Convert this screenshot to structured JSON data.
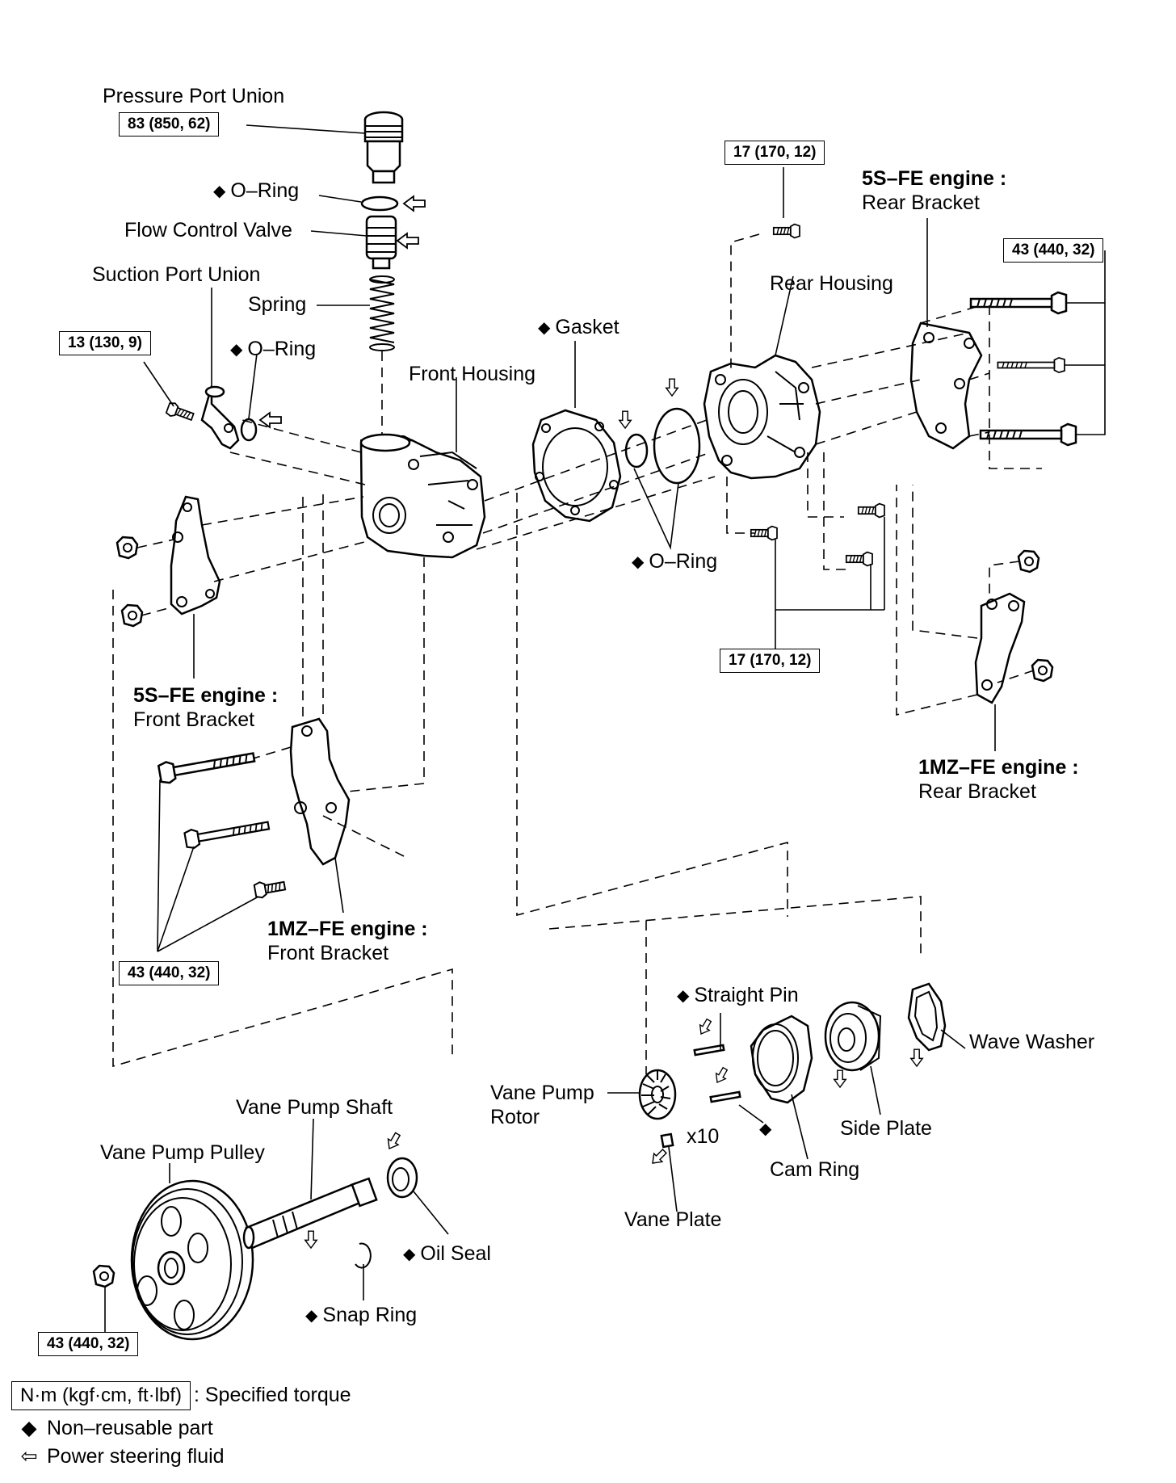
{
  "labels": {
    "pressure_port_union": "Pressure Port Union",
    "o_ring_top": "O–Ring",
    "flow_control_valve": "Flow Control Valve",
    "suction_port_union": "Suction Port Union",
    "spring": "Spring",
    "o_ring_suction": "O–Ring",
    "gasket": "Gasket",
    "front_housing": "Front Housing",
    "rear_housing": "Rear Housing",
    "o_ring_housing": "O–Ring",
    "rear_bracket_5s_engine": "5S–FE engine :",
    "rear_bracket_5s_part": "Rear Bracket",
    "front_bracket_5s_engine": "5S–FE engine :",
    "front_bracket_5s_part": "Front Bracket",
    "rear_bracket_1mz_engine": "1MZ–FE engine :",
    "rear_bracket_1mz_part": "Rear Bracket",
    "front_bracket_1mz_engine": "1MZ–FE engine :",
    "front_bracket_1mz_part": "Front Bracket",
    "straight_pin": "Straight Pin",
    "wave_washer": "Wave Washer",
    "vane_pump_rotor_1": "Vane Pump",
    "vane_pump_rotor_2": "Rotor",
    "x10": "x10",
    "side_plate": "Side Plate",
    "cam_ring": "Cam Ring",
    "vane_plate": "Vane Plate",
    "vane_pump_shaft": "Vane Pump Shaft",
    "vane_pump_pulley": "Vane Pump Pulley",
    "oil_seal": "Oil Seal",
    "snap_ring": "Snap Ring"
  },
  "torques": {
    "pressure_port_union": "83 (850, 62)",
    "top_rear_bolt": "17 (170, 12)",
    "rear_bracket_bolts": "43 (440, 32)",
    "suction_bolt": "13 (130, 9)",
    "rear_housing_bolts": "17 (170, 12)",
    "front_bracket_bolts": "43 (440, 32)",
    "pulley_nut": "43 (440, 32)"
  },
  "legend": {
    "torque_box": "N·m (kgf·cm, ft·lbf)",
    "torque_text": ": Specified torque",
    "non_reusable": "Non–reusable part",
    "fluid": "Power steering fluid"
  },
  "symbols": {
    "diamond": "◆",
    "arrow": "⇦"
  }
}
